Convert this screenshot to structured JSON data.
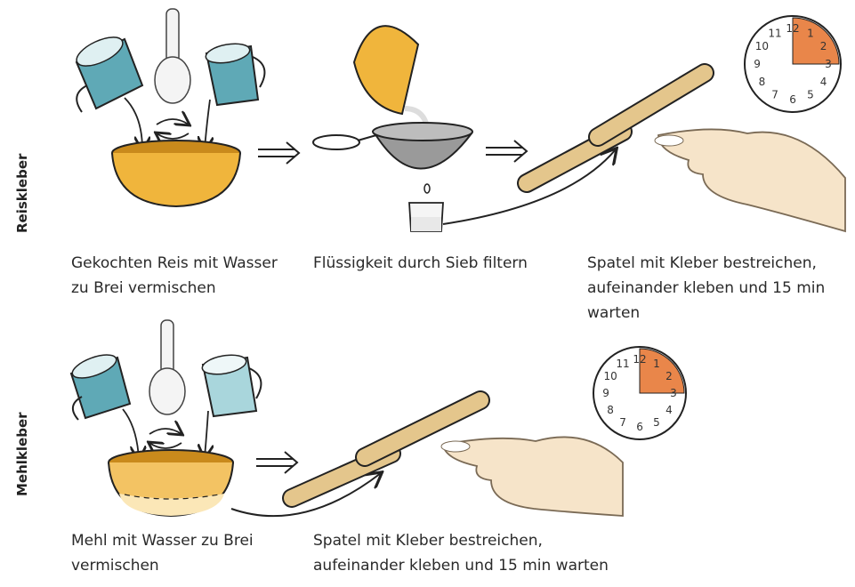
{
  "rows": [
    {
      "label": "Reiskleber",
      "steps": [
        {
          "caption": "Gekochten Reis mit Wasser\nzu Brei vermischen"
        },
        {
          "caption": "Flüssigkeit durch Sieb filtern"
        },
        {
          "caption": "Spatel mit Kleber bestreichen,\naufeinander kleben und  15  min\nwarten"
        }
      ]
    },
    {
      "label": "Mehlkleber",
      "steps": [
        {
          "caption": "Mehl mit Wasser zu Brei\nvermischen"
        },
        {
          "caption": "Spatel mit Kleber bestreichen,\naufeinander kleben und  15  min warten"
        }
      ]
    }
  ],
  "clock": {
    "numbers": [
      "12",
      "1",
      "2",
      "3",
      "4",
      "5",
      "6",
      "7",
      "8",
      "9",
      "10",
      "11"
    ],
    "highlight_minutes": 15,
    "highlight_color": "#e9864a"
  },
  "colors": {
    "bowl": "#f0b53c",
    "cup": "#5fa9b6",
    "wood": "#e4c68c",
    "skin": "#f6e4c9",
    "ink": "#222222"
  }
}
